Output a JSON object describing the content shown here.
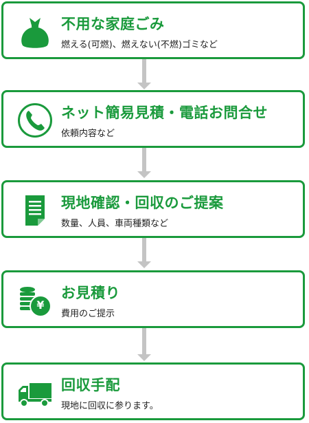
{
  "colors": {
    "accent": "#1a9a3c",
    "arrow": "#c4c4c4",
    "text": "#222222"
  },
  "steps": [
    {
      "icon": "garbage-bag-icon",
      "title": "不用な家庭ごみ",
      "subtitle": "燃える(可燃)、燃えない(不燃)ゴミなど"
    },
    {
      "icon": "phone-icon",
      "title": "ネット簡易見積・電話お問合せ",
      "subtitle": "依頼内容など"
    },
    {
      "icon": "document-icon",
      "title": "現地確認・回収のご提案",
      "subtitle": "数量、人員、車両種類など"
    },
    {
      "icon": "coins-yen-icon",
      "title": "お見積り",
      "subtitle": "費用のご提示",
      "icon_text": "¥"
    },
    {
      "icon": "truck-icon",
      "title": "回収手配",
      "subtitle": "現地に回収に参ります。"
    }
  ]
}
